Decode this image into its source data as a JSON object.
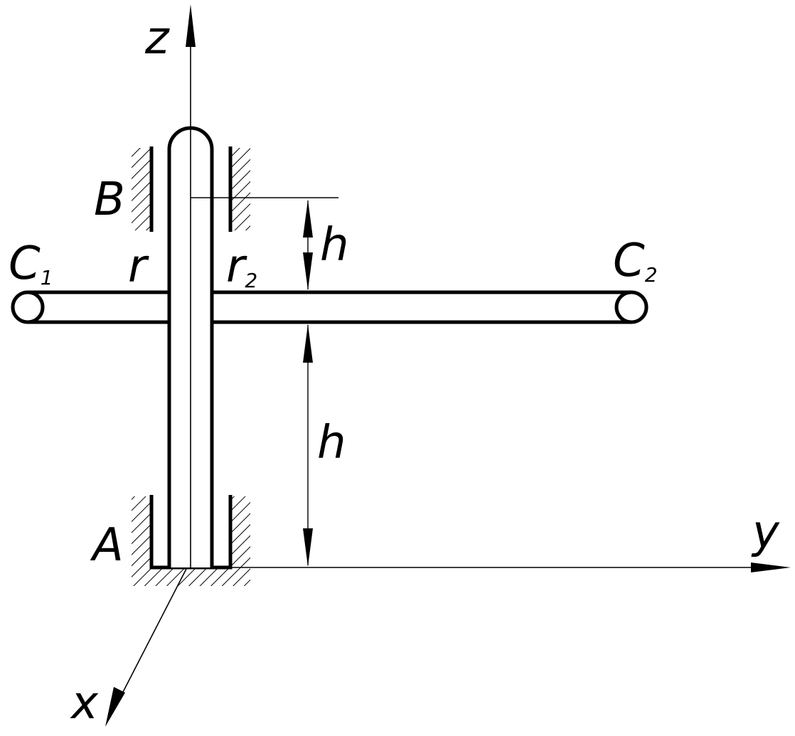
{
  "labels": {
    "z": "z",
    "y": "y",
    "x": "x",
    "A": "A",
    "B": "B",
    "C1": "C",
    "C1_sub": "1",
    "C2": "C",
    "C2_sub": "2",
    "r1": "r",
    "r2": "r",
    "r2_sub": "2",
    "h_top": "h",
    "h_bottom": "h"
  }
}
